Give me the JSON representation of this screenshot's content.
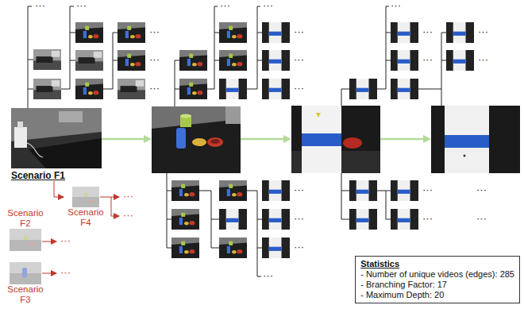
{
  "diagram": {
    "nodes": [
      {
        "text": [
          "Scenario F1"
        ]
      },
      {
        "text": [
          "Scenario F2"
        ]
      },
      {
        "text": [
          "Scenario F3"
        ]
      },
      {
        "text": [
          "Scenario F4"
        ]
      },
      {
        "text": [
          "Statistics",
          "- Number of unique videos (edges): 285",
          "- Branching Factor: 17",
          "- Maximum Depth: 20"
        ]
      }
    ],
    "edges": [
      {
        "from": 0,
        "to": 3,
        "arrow": "to"
      }
    ],
    "labels": [
      "···",
      "···",
      "···",
      "···",
      "···",
      "···",
      "···",
      "···",
      "···",
      "···",
      "···",
      "···",
      "···",
      "···",
      "···",
      "···",
      "···",
      "···",
      "···",
      "···",
      "···",
      "···",
      "···",
      "···",
      "···",
      "···",
      "···"
    ]
  }
}
